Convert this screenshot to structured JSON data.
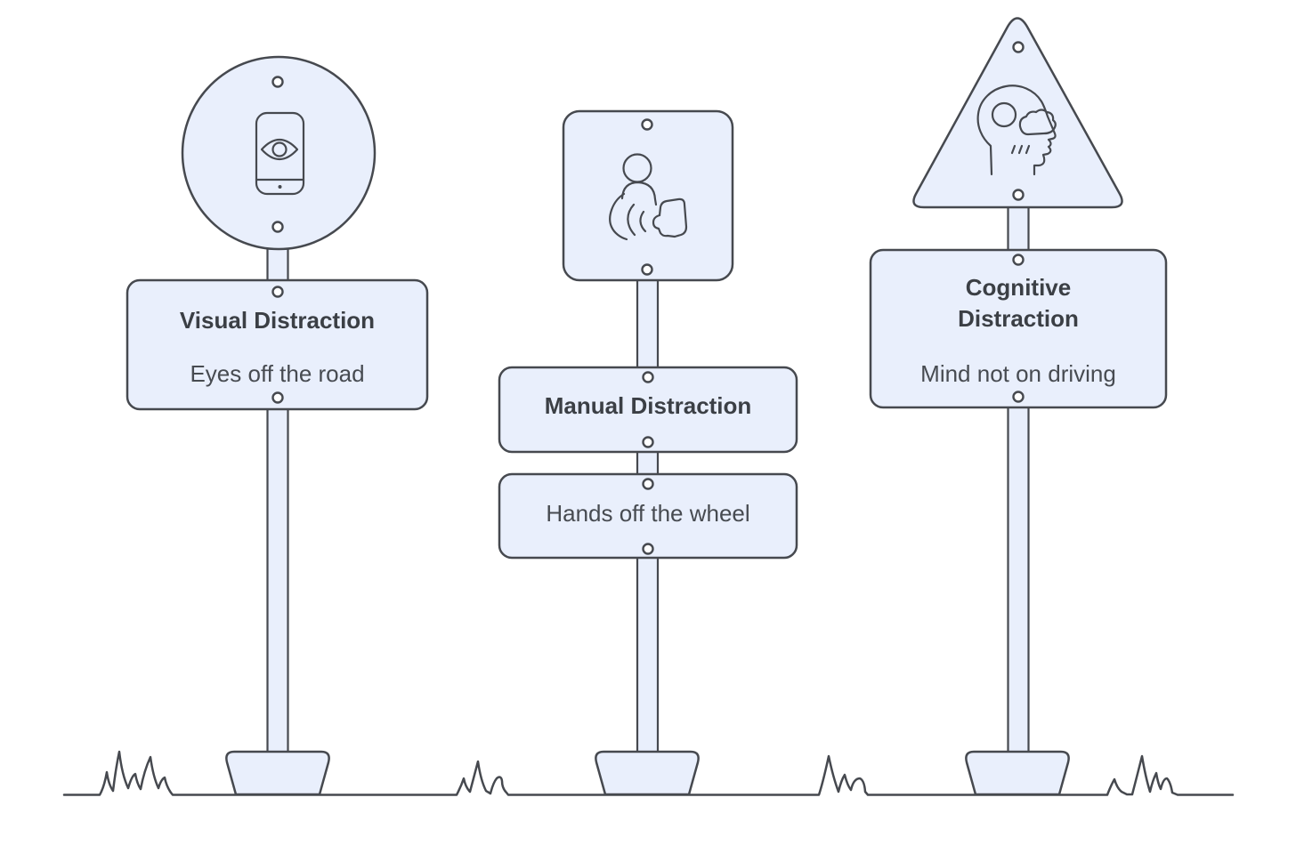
{
  "diagram": {
    "title_context": "Types of driving distraction road signs",
    "background": "#FFFFFF",
    "colors": {
      "sign_fill": "#E9EFFC",
      "outline": "#46494F",
      "bolt_fill": "#FFFFFF",
      "title_text": "#3B3F45",
      "subtitle_text": "#474B51"
    },
    "signs": [
      {
        "id": "visual",
        "shape": "circle",
        "icon": "phone-with-eye-icon",
        "title": "Visual Distraction",
        "subtitle": "Eyes off the road"
      },
      {
        "id": "manual",
        "shape": "rounded-square",
        "icon": "person-holding-phone-icon",
        "title": "Manual Distraction",
        "subtitle": "Hands off the wheel"
      },
      {
        "id": "cognitive",
        "shape": "warning-triangle",
        "icon": "head-with-fog-rain-icon",
        "title": "Cognitive Distraction",
        "subtitle": "Mind not on driving"
      }
    ]
  }
}
